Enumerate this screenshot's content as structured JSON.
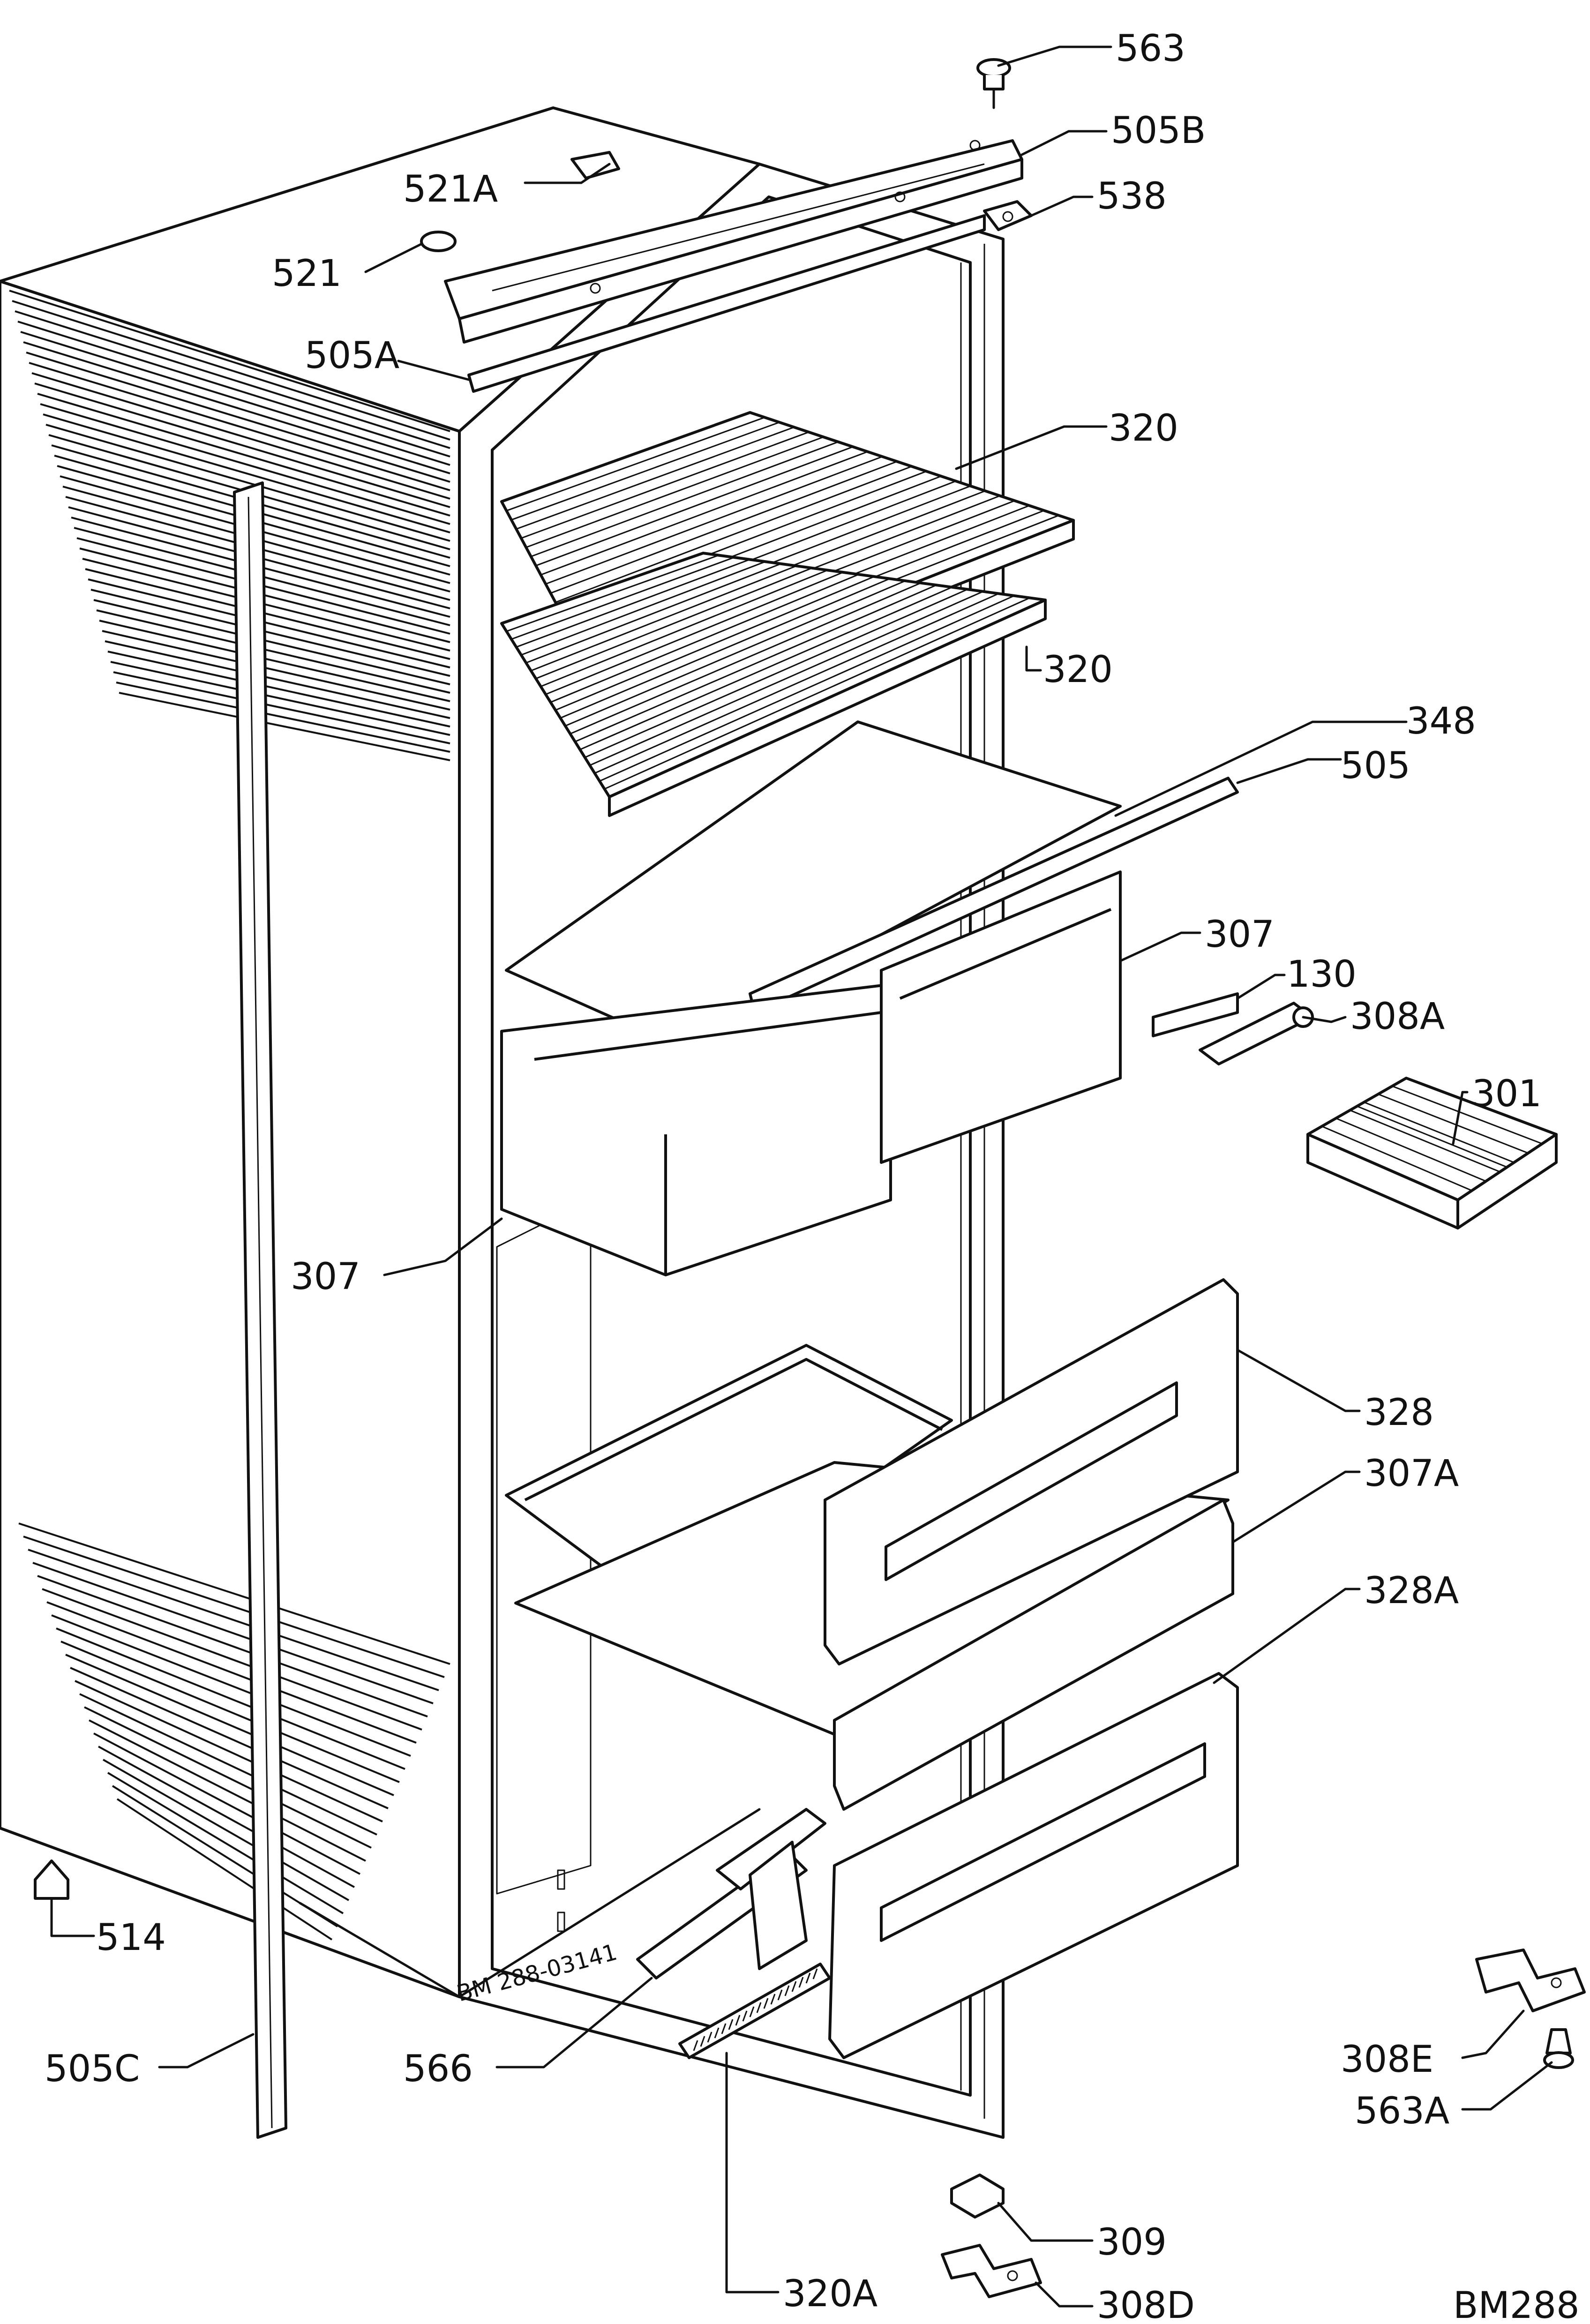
{
  "parts": {
    "p563": "563",
    "p505B": "505B",
    "p521A": "521A",
    "p538": "538",
    "p521": "521",
    "p505A": "505A",
    "p320_top": "320",
    "p320_low": "320",
    "p348": "348",
    "p505": "505",
    "p307_right": "307",
    "p130": "130",
    "p308A": "308A",
    "p301": "301",
    "p307_left": "307",
    "p328": "328",
    "p307A": "307A",
    "p328A": "328A",
    "p514": "514",
    "p505C": "505C",
    "p566": "566",
    "p308E": "308E",
    "p563A": "563A",
    "p320A": "320A",
    "p309": "309",
    "p308D": "308D"
  },
  "cabinet_code": "BM 288-03141",
  "drawing_id": "BM288"
}
